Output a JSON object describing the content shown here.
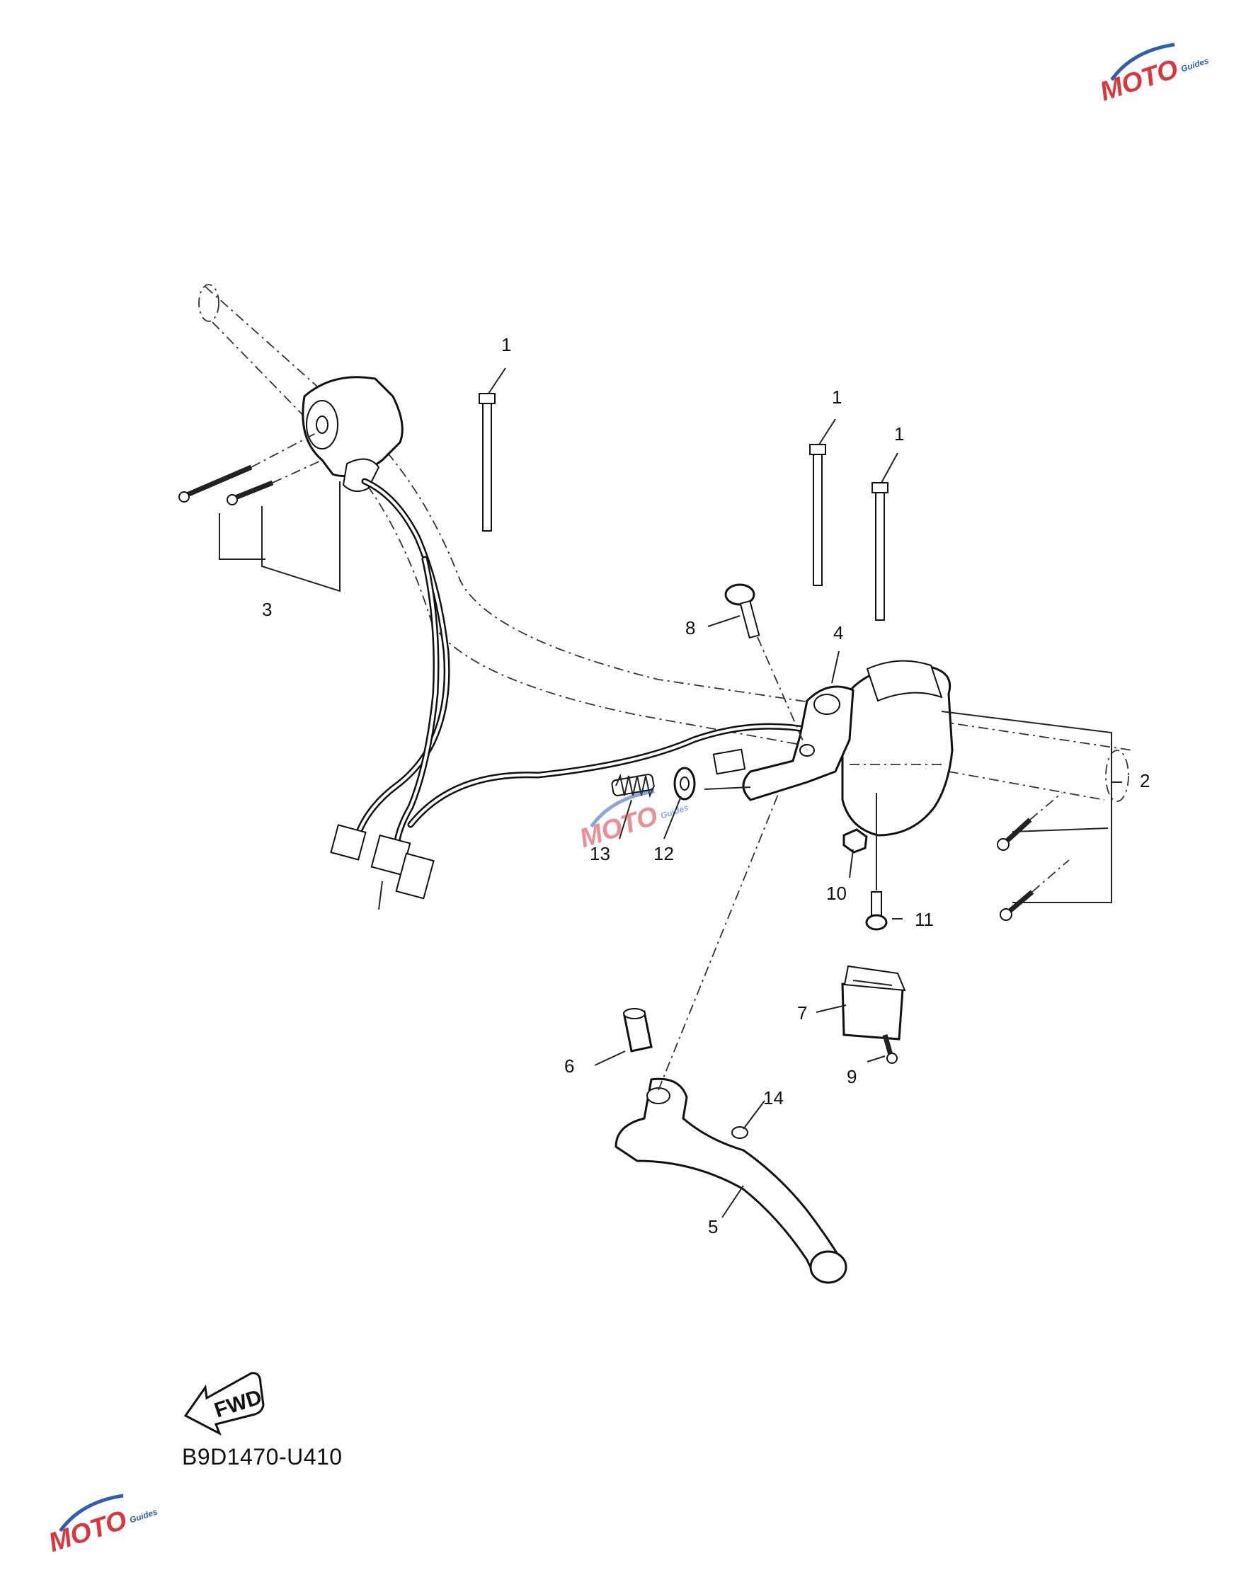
{
  "callouts": {
    "c1a": "1",
    "c1b": "1",
    "c1c": "1",
    "c2": "2",
    "c3": "3",
    "c4": "4",
    "c5": "5",
    "c6": "6",
    "c7": "7",
    "c8": "8",
    "c9": "9",
    "c10": "10",
    "c11": "11",
    "c12": "12",
    "c13": "13",
    "c14": "14"
  },
  "fwd_label": "FWD",
  "drawing_code": "B9D1470-U410",
  "watermark": {
    "text": "MOTO",
    "subtext": "Guides",
    "colors": [
      "#d9363e",
      "#2f5fb3"
    ]
  }
}
